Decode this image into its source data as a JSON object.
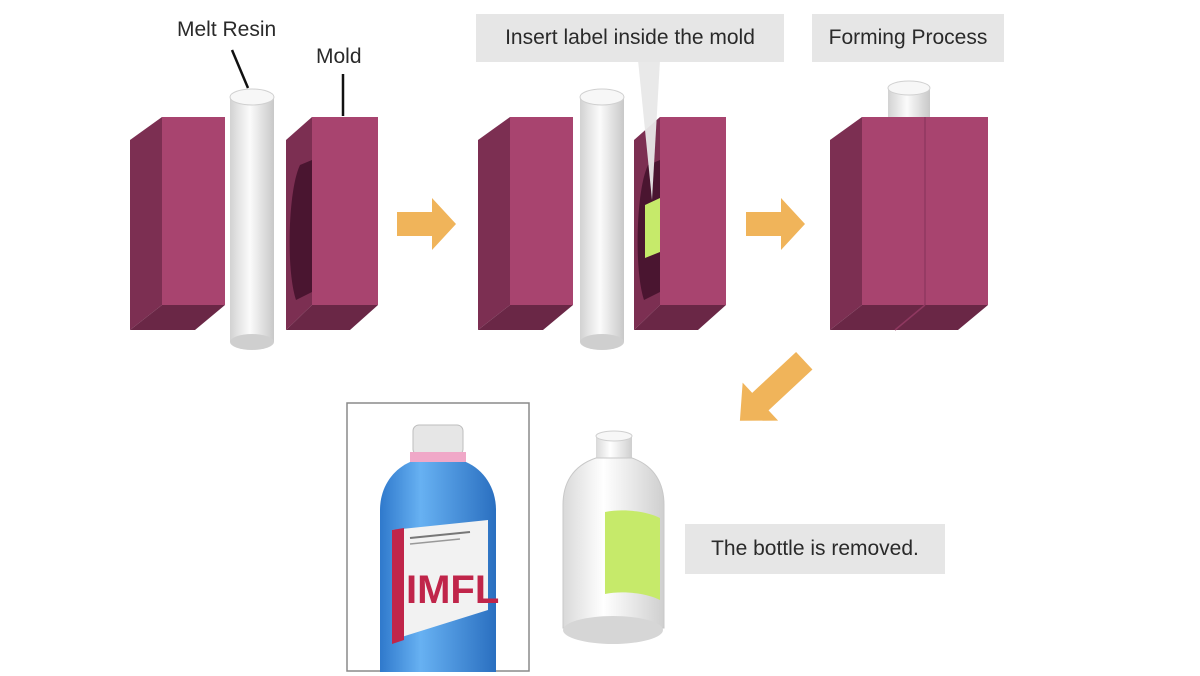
{
  "labels": {
    "melt_resin": "Melt Resin",
    "mold": "Mold",
    "insert_label": "Insert label inside the mold",
    "forming_process": "Forming Process",
    "bottle_removed": "The bottle is removed."
  },
  "product_label": {
    "brand": "IMFL"
  },
  "colors": {
    "mold_front": "#a8446f",
    "mold_side": "#7c2f52",
    "resin": "#efefef",
    "arrow": "#f0b45a",
    "label_green": "#c6ea6a",
    "caption_bg": "#e6e6e6",
    "bottle_blue": "#3f8fe0"
  }
}
